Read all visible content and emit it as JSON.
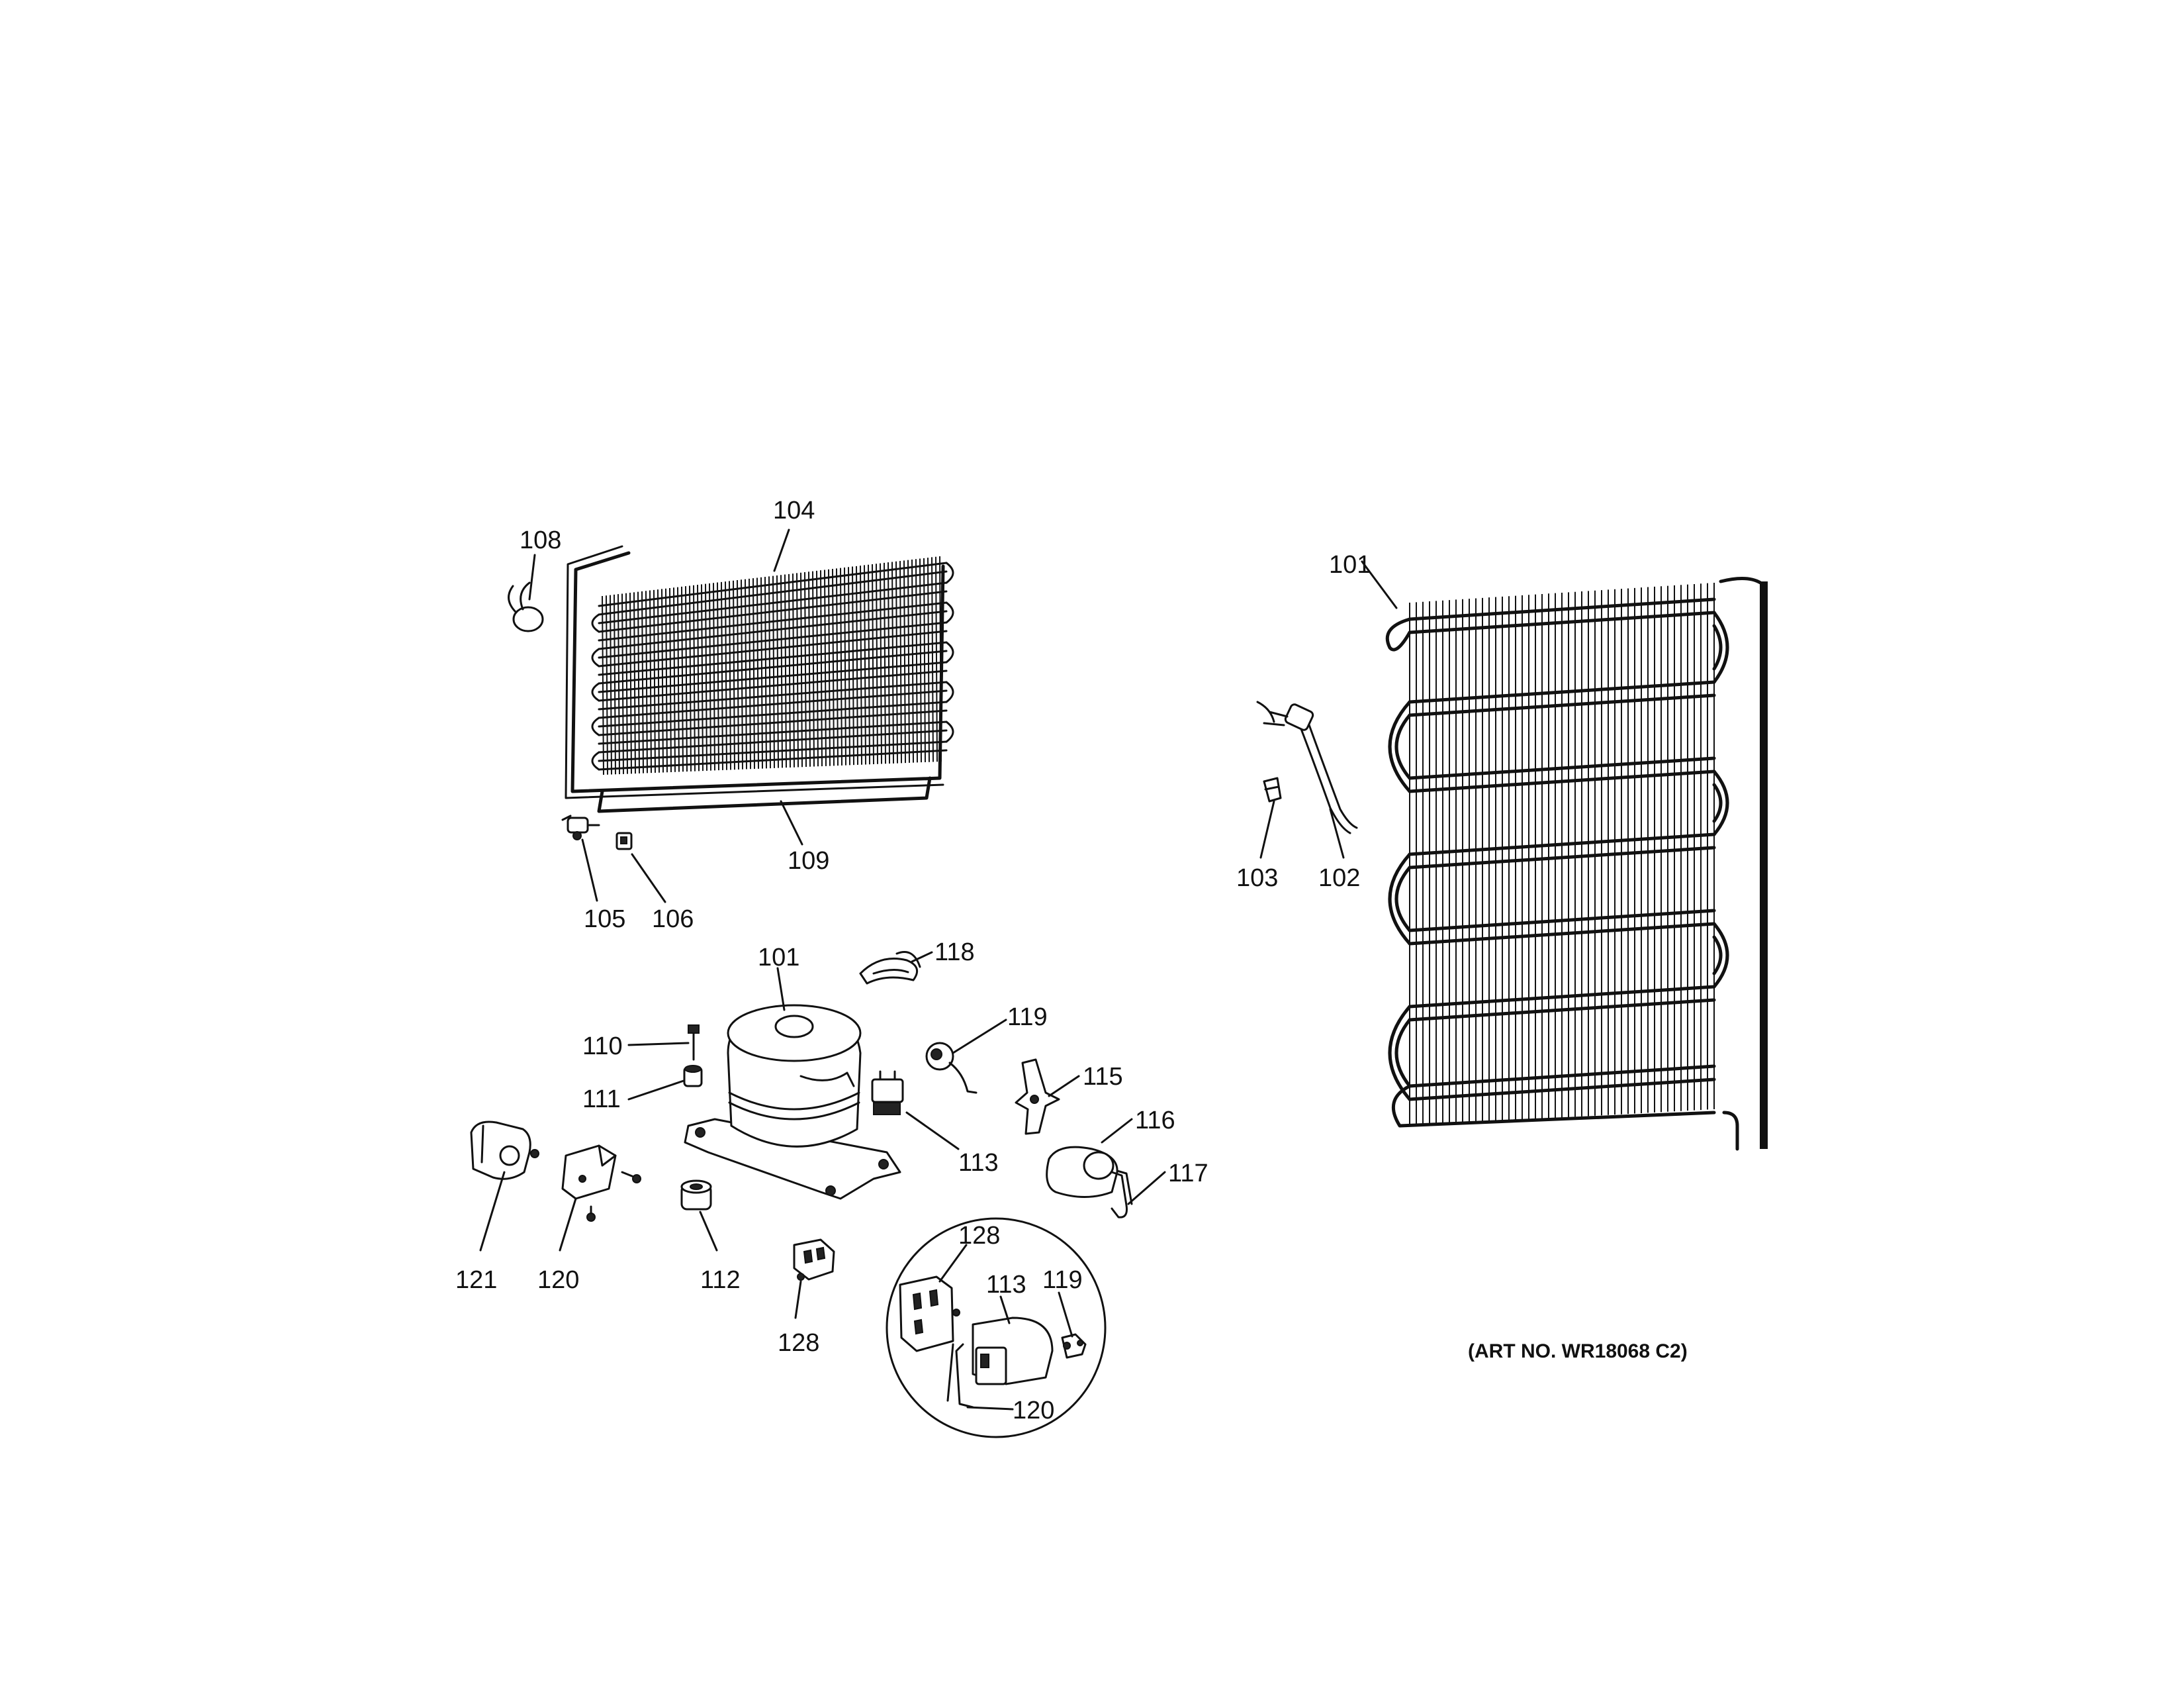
{
  "diagram": {
    "callouts": {
      "c108": "108",
      "c104": "104",
      "c109": "109",
      "c105": "105",
      "c106": "106",
      "c101a": "101",
      "c101b": "101",
      "c118": "118",
      "c119a": "119",
      "c110": "110",
      "c111": "111",
      "c113a": "113",
      "c115": "115",
      "c116": "116",
      "c117": "117",
      "c121": "121",
      "c120a": "120",
      "c112": "112",
      "c128a": "128",
      "c128b": "128",
      "c113b": "113",
      "c119b": "119",
      "c120b": "120",
      "c103": "103",
      "c102": "102"
    },
    "art_number": "(ART NO. WR18068 C2)"
  }
}
